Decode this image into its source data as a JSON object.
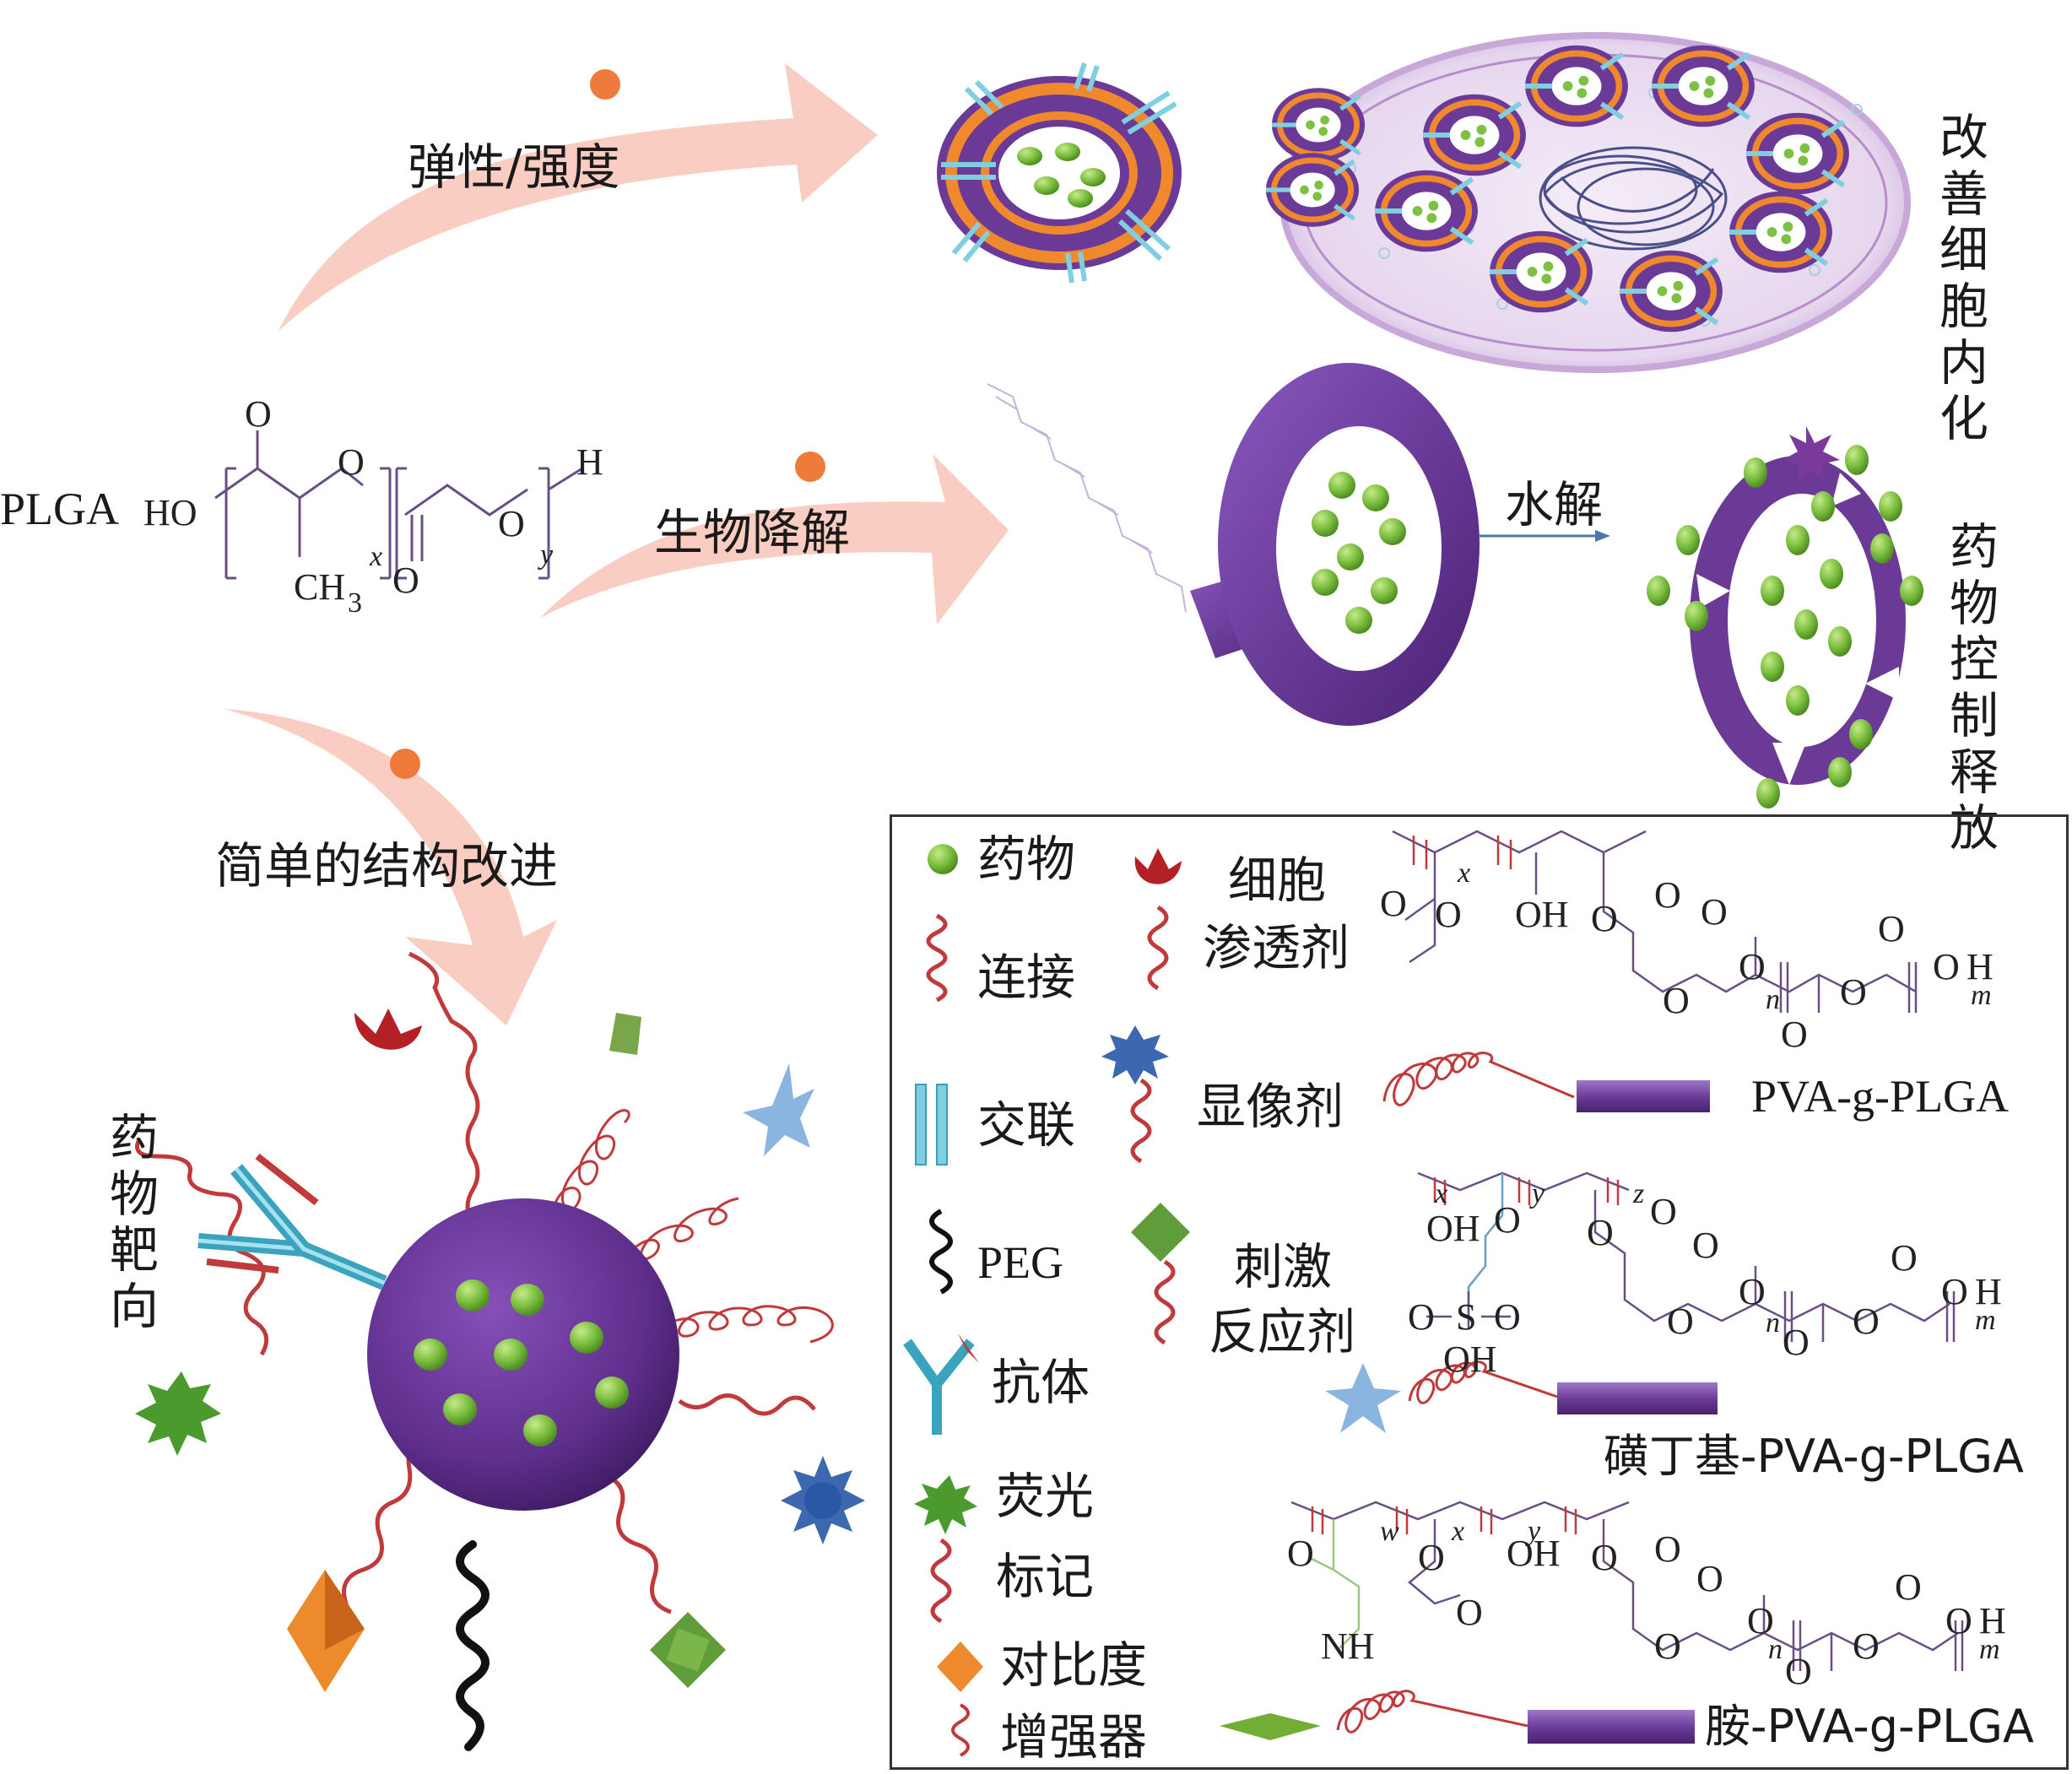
{
  "arrows": {
    "elasticity": "弹性/强度",
    "biodegradation": "生物降解",
    "simple_modification": "简单的结构改进",
    "hydrolysis": "水解"
  },
  "outcomes": {
    "internalization": "改善\n细胞\n内化",
    "controlled_release": "药物\n控制\n释放",
    "targeting": "药物\n靶向"
  },
  "plga": {
    "name": "PLGA",
    "ho": "HO",
    "o_top": "O",
    "o_mid": "O",
    "o_right": "O",
    "h": "H",
    "o_bottom": "O",
    "ch3": "CH",
    "ch3_sub": "3",
    "x": "x",
    "y": "y"
  },
  "legend": {
    "drug": "药物",
    "linker": "连接",
    "crosslink": "交联",
    "peg": "PEG",
    "antibody": "抗体",
    "fluorescent_1": "荧光",
    "fluorescent_2": "标记",
    "contrast_1": "对比度",
    "contrast_2": "增强器",
    "cell_penetrant_1": "细胞",
    "cell_penetrant_2": "渗透剂",
    "imaging_agent": "显像剂",
    "stimulus_1": "刺激",
    "stimulus_2": "反应剂"
  },
  "polymers": {
    "pva_g_plga": "PVA-g-PLGA",
    "sulfobutyl": "磺丁基-PVA-g-PLGA",
    "amine": "胺-PVA-g-PLGA"
  },
  "chem_labels": {
    "x": "x",
    "y": "y",
    "z": "z",
    "w": "w",
    "n": "n",
    "m": "m",
    "o": "O",
    "oh": "OH",
    "h": "H",
    "s": "S",
    "nh": "NH"
  },
  "colors": {
    "arrow": "#f8c9bd",
    "particle": "#6a3a96",
    "drug": "#7cc142",
    "linker": "#c0393b",
    "crosslink": "#7fcfe0",
    "ring_orange": "#f0892e",
    "cell": "#dcc6e8"
  },
  "icons": [
    "drug-dot-icon",
    "linker-coil-icon",
    "crosslink-icon",
    "peg-icon",
    "antibody-icon",
    "fluorescent-star-icon",
    "contrast-diamond-icon",
    "cell-penetrant-icon",
    "imaging-agent-icon",
    "stimulus-icon",
    "star-icon"
  ]
}
